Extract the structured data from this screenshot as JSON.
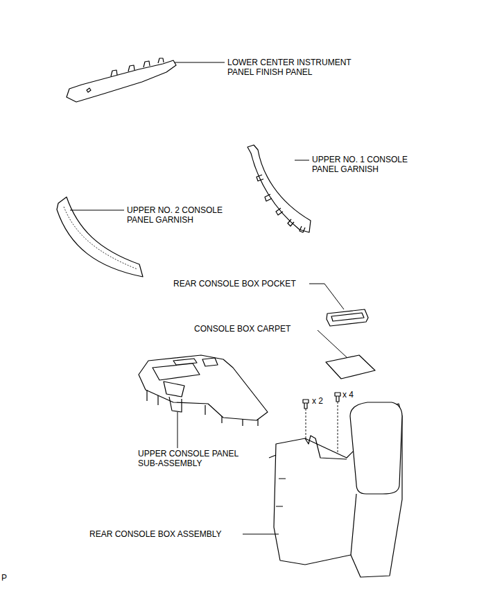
{
  "diagram": {
    "labels": [
      "LOWER CENTER INSTRUMENT PANEL FINISH PANEL",
      "UPPER NO. 1 CONSOLE PANEL GARNISH",
      "UPPER NO. 2 CONSOLE PANEL GARNISH",
      "REAR CONSOLE BOX POCKET",
      "CONSOLE BOX CARPET",
      "x 2",
      "x 4",
      "UPPER CONSOLE PANEL SUB-ASSEMBLY",
      "REAR CONSOLE BOX ASSEMBLY",
      "P"
    ]
  }
}
